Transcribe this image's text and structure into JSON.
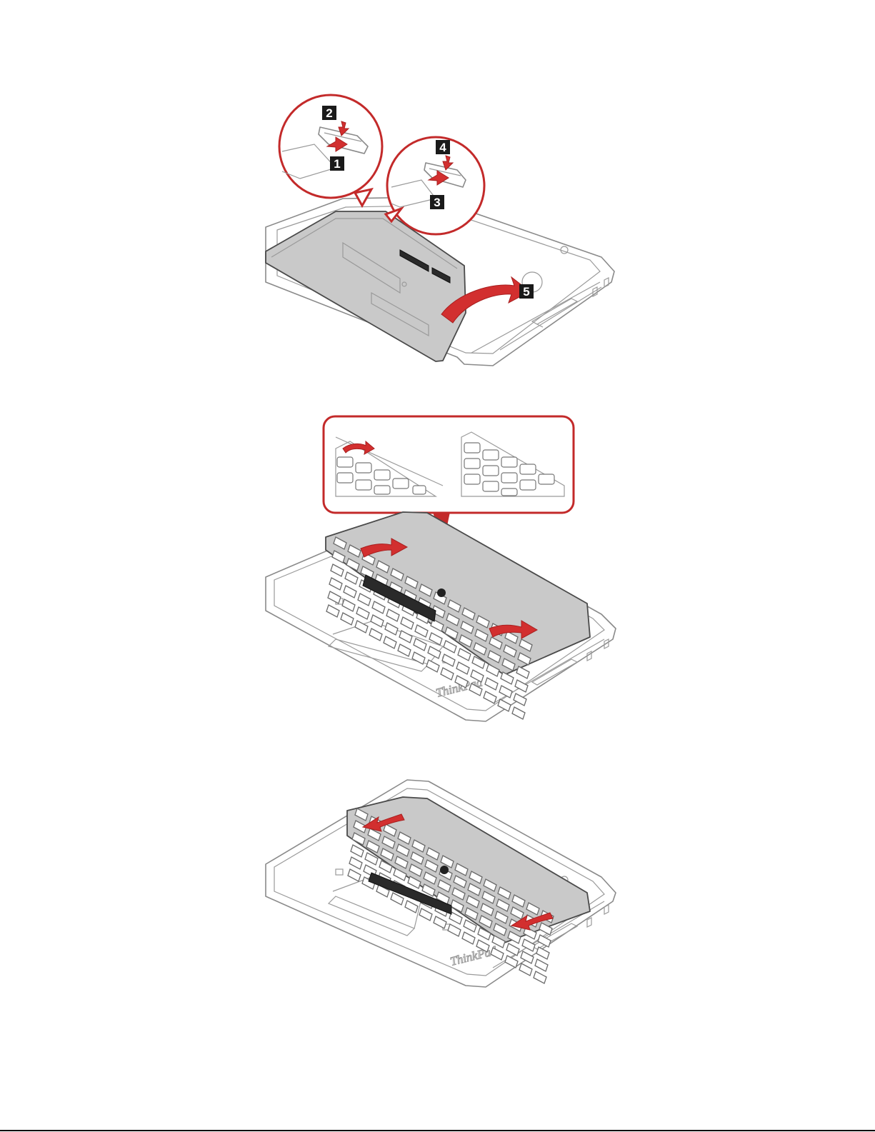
{
  "figure": {
    "steps": [
      "1",
      "2",
      "3",
      "4",
      "5"
    ]
  },
  "colors": {
    "arrow": "#d22f2f",
    "zoom_border": "#c32a2a",
    "callout_bg": "#1a1a1a",
    "line": "#8a8a8a"
  }
}
